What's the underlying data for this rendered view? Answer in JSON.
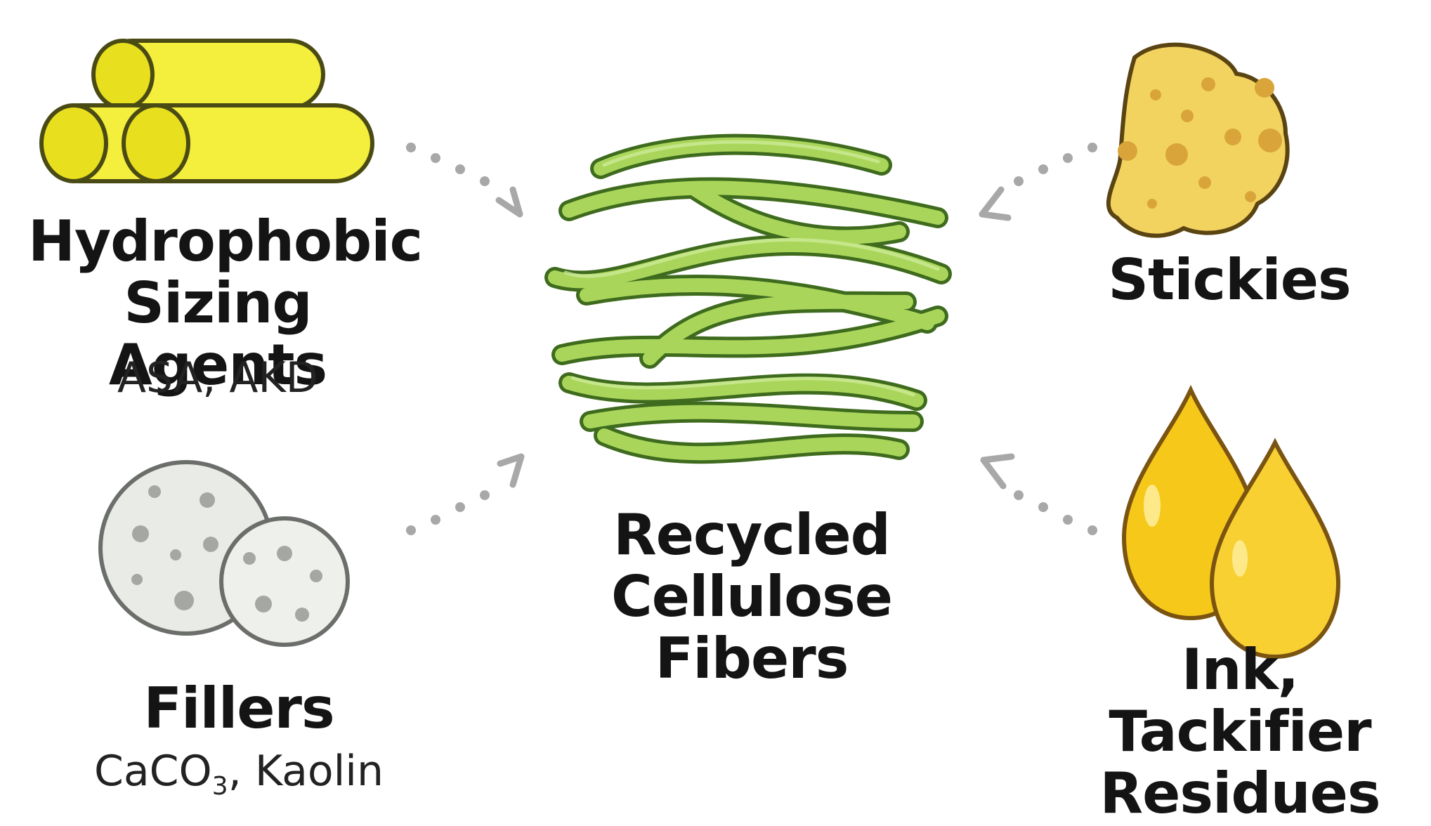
{
  "center": {
    "title_line1": "Recycled",
    "title_line2": "Cellulose Fibers"
  },
  "sizing": {
    "title_line1": "Hydrophobic",
    "title_line2": "Sizing Agents",
    "subtitle": "ASA, AKD"
  },
  "fillers": {
    "title": "Fillers",
    "subtitle_pre": "CaCO",
    "subtitle_sub": "3",
    "subtitle_post": ", Kaolin"
  },
  "stickies": {
    "title": "Stickies"
  },
  "ink": {
    "title_line1": "Ink, Tackifier",
    "title_line2": "Residues"
  },
  "colors": {
    "fiber_fill": "#a9d65a",
    "fiber_stroke": "#3f6b1e",
    "rod_fill": "#f4ee3c",
    "rod_stroke": "#4a4a14",
    "filler_fill": "#e9ebe6",
    "filler_stroke": "#6b6e6a",
    "sticky_fill": "#f3d35f",
    "sticky_stroke": "#5a4412",
    "drop_fill": "#f6c81a",
    "drop_stroke": "#7a5410",
    "arrow": "#a8a8a8"
  }
}
